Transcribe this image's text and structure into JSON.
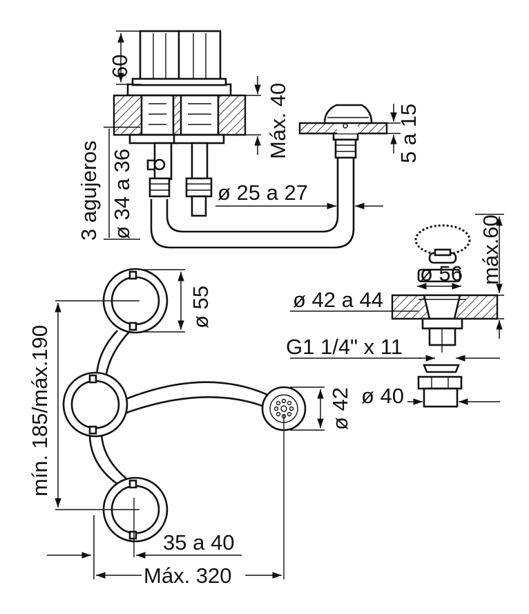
{
  "labels": {
    "height_60": "60",
    "max_40": "Máx. 40",
    "range_5_15": "5 a 15",
    "holes": "3 agujeros",
    "dia_34_36": "ø 34 a 36",
    "dia_25_27": "ø 25 a 27",
    "dia_55": "ø 55",
    "min_max": "mín. 185/máx.190",
    "dia_42": "ø 42",
    "range_35_40": "35 a 40",
    "max_320": "Máx. 320",
    "max_60": "máx.60",
    "dia_56": "ø 56",
    "dia_42_44": "ø 42 a 44",
    "thread": "G1 1/4\" x 11",
    "dia_40": "ø 40"
  },
  "colors": {
    "ink": "#111111",
    "background": "#ffffff"
  }
}
